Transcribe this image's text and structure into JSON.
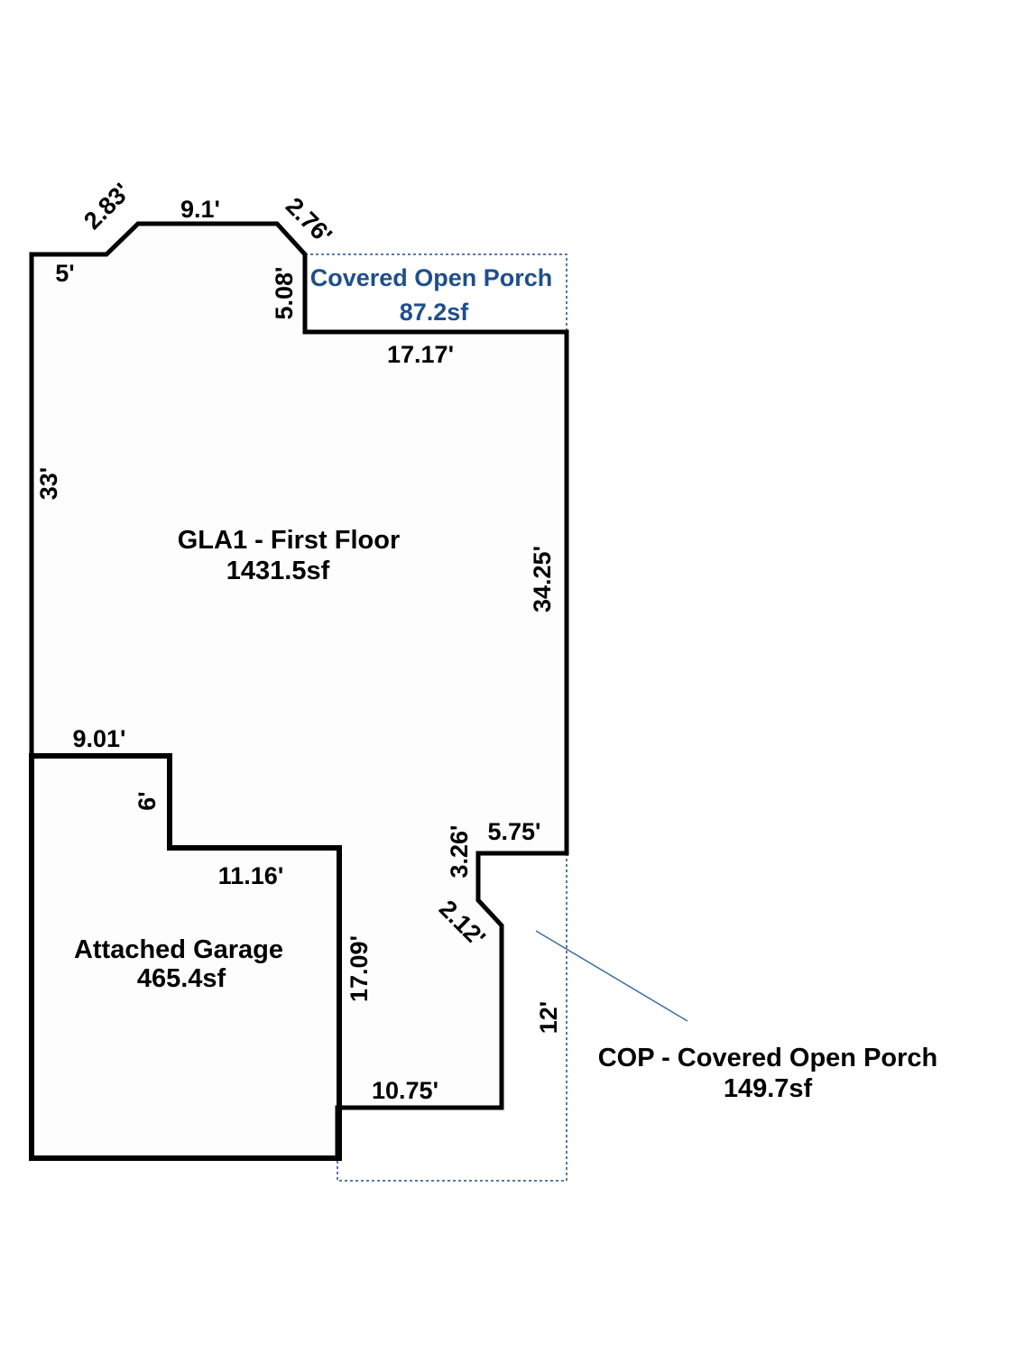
{
  "colors": {
    "wall": "#000000",
    "porch_outline": "#1f4e8c",
    "porch_text": "#1f4e8c",
    "leader_line": "#3b6ea5",
    "floor_fill": "#fdfdfd"
  },
  "areas": {
    "gla": {
      "name": "GLA1 - First Floor",
      "area": "1431.5sf"
    },
    "garage": {
      "name": "Attached Garage",
      "area": "465.4sf"
    },
    "top_porch": {
      "name": "Covered Open Porch",
      "area": "87.2sf"
    },
    "side_porch": {
      "name": "COP - Covered Open Porch",
      "area": "149.7sf"
    }
  },
  "dimensions": {
    "top_left_diag": "2.83'",
    "top": "9.1'",
    "top_right_diag": "2.76'",
    "top_left_step": "5'",
    "porch_step": "5.08'",
    "porch_bottom": "17.17'",
    "left_wall": "33'",
    "right_wall": "34.25'",
    "garage_top": "9.01'",
    "garage_step": "6'",
    "garage_mid": "11.16'",
    "garage_right": "17.09'",
    "notch_vertical": "3.26'",
    "notch_top": "5.75'",
    "notch_diag": "2.12'",
    "side_porch_height": "12'",
    "bottom": "10.75'"
  }
}
